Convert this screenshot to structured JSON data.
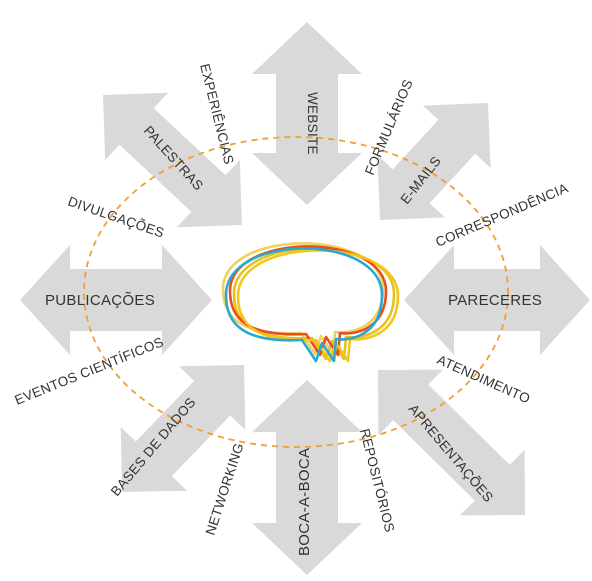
{
  "colors": {
    "arrow": "#d9d9d9",
    "ring": "#f0a030",
    "text": "#333333",
    "bubble": [
      "#e8c020",
      "#f0d060",
      "#e94e1b",
      "#2aa8d0",
      "#f5c518"
    ]
  },
  "center_icon": "speech-bubble-icon",
  "labels": {
    "experiencias": "EXPERIÊNCIAS",
    "website": "WEBSITE",
    "formularios": "FORMULÁRIOS",
    "palestras": "PALESTRAS",
    "emails": "E-MAILS",
    "divulgacoes": "DIVULGAÇÕES",
    "correspondencia": "CORRESPONDÊNCIA",
    "publicacoes": "PUBLICAÇÕES",
    "pareceres": "PARECERES",
    "eventos": "EVENTOS CIENTÍFICOS",
    "atendimento": "ATENDIMENTO",
    "bases": "BASES DE DADOS",
    "apresentacoes": "APRESENTAÇÕES",
    "networking": "NETWORKING",
    "boca": "BOCA-A-BOCA",
    "repositorios": "REPOSITÓRIOS"
  }
}
